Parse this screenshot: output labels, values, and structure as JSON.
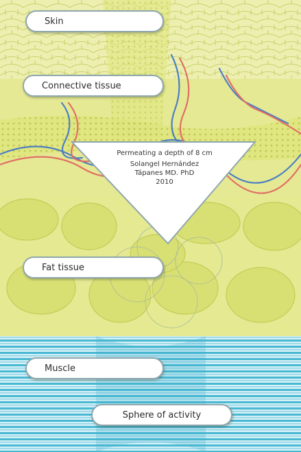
{
  "labels": {
    "skin": "Skin",
    "connective_tissue": "Connective tissue",
    "fat_tissue": "Fat tissue",
    "muscle": "Muscle",
    "sphere_of_activity": "Sphere of activity"
  },
  "callout": {
    "line1": "Permeating a depth of 8 cm",
    "line2": "Solangel Hernández",
    "line3": "Tápanes MD. PhD",
    "line4": "2010"
  },
  "colors": {
    "skin_layer": "#e9eda4",
    "dermis_layer": "#dce37a",
    "fat_layer": "#e2e88e",
    "fat_cell": "#d4dd6a",
    "muscle_light": "#c9ecf4",
    "muscle_stripe": "#3fb3cf",
    "vessel_blue": "#4d7fc1",
    "vessel_red": "#e06f64",
    "label_border": "#8fa6ad"
  }
}
